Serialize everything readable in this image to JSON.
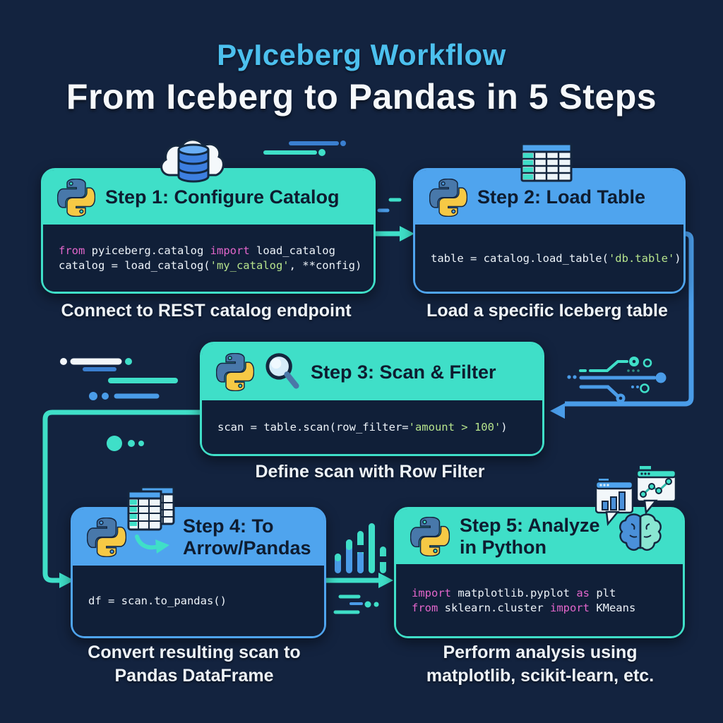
{
  "title": {
    "heading": "PyIceberg Workflow",
    "subheading": "From Iceberg to Pandas in 5 Steps"
  },
  "colors": {
    "background": "#13233f",
    "teal_accent": "#3fdfc8",
    "blue_accent": "#4fa4ee",
    "code_background": "#101f38",
    "keyword": "#e366cb",
    "string": "#b6e38c",
    "code_text": "#edf3f9",
    "heading_blue": "#4cc0ee",
    "text_white": "#f5f8fb"
  },
  "steps": [
    {
      "label": "Step 1: Configure Catalog",
      "caption": "Connect to REST catalog endpoint",
      "accent": "teal",
      "code": [
        [
          {
            "t": "from ",
            "c": "k"
          },
          {
            "t": "pyiceberg.catalog ",
            "c": "p"
          },
          {
            "t": "import ",
            "c": "k"
          },
          {
            "t": "load_catalog",
            "c": "p"
          }
        ],
        [
          {
            "t": "catalog = load_catalog(",
            "c": "p"
          },
          {
            "t": "'my_catalog'",
            "c": "s"
          },
          {
            "t": ", **config)",
            "c": "p"
          }
        ]
      ]
    },
    {
      "label": "Step 2: Load Table",
      "caption": "Load a specific Iceberg table",
      "accent": "blue",
      "code": [
        [
          {
            "t": "table = catalog.load_table(",
            "c": "p"
          },
          {
            "t": "'db.table'",
            "c": "s"
          },
          {
            "t": ")",
            "c": "p"
          }
        ]
      ]
    },
    {
      "label": "Step 3: Scan & Filter",
      "caption": "Define scan with Row Filter",
      "accent": "teal",
      "code": [
        [
          {
            "t": "scan = table.scan(row_filter=",
            "c": "p"
          },
          {
            "t": "'amount > 100'",
            "c": "s"
          },
          {
            "t": ")",
            "c": "p"
          }
        ]
      ]
    },
    {
      "label": "Step 4: To\nArrow/Pandas",
      "caption": "Convert resulting scan to\nPandas DataFrame",
      "accent": "blue",
      "code": [
        [
          {
            "t": "df = scan.to_pandas()",
            "c": "p"
          }
        ]
      ]
    },
    {
      "label": "Step 5: Analyze\nin Python",
      "caption": "Perform analysis using\nmatplotlib, scikit-learn, etc.",
      "accent": "teal",
      "code": [
        [
          {
            "t": "import ",
            "c": "k"
          },
          {
            "t": "matplotlib.pyplot ",
            "c": "p"
          },
          {
            "t": "as ",
            "c": "k"
          },
          {
            "t": "plt",
            "c": "p"
          }
        ],
        [
          {
            "t": "from ",
            "c": "k"
          },
          {
            "t": "sklearn.cluster ",
            "c": "p"
          },
          {
            "t": "import ",
            "c": "k"
          },
          {
            "t": "KMeans",
            "c": "p"
          }
        ]
      ]
    }
  ],
  "icon_names": [
    "python-icon",
    "cloud-database-icon",
    "table-icon",
    "magnifier-icon",
    "spreadsheet-copy-icon",
    "curved-arrow-icon",
    "brain-icon",
    "bar-chart-bubble-icon",
    "line-chart-bubble-icon",
    "equalizer-bars-icon",
    "circuit-icon",
    "decorative-dashes"
  ]
}
